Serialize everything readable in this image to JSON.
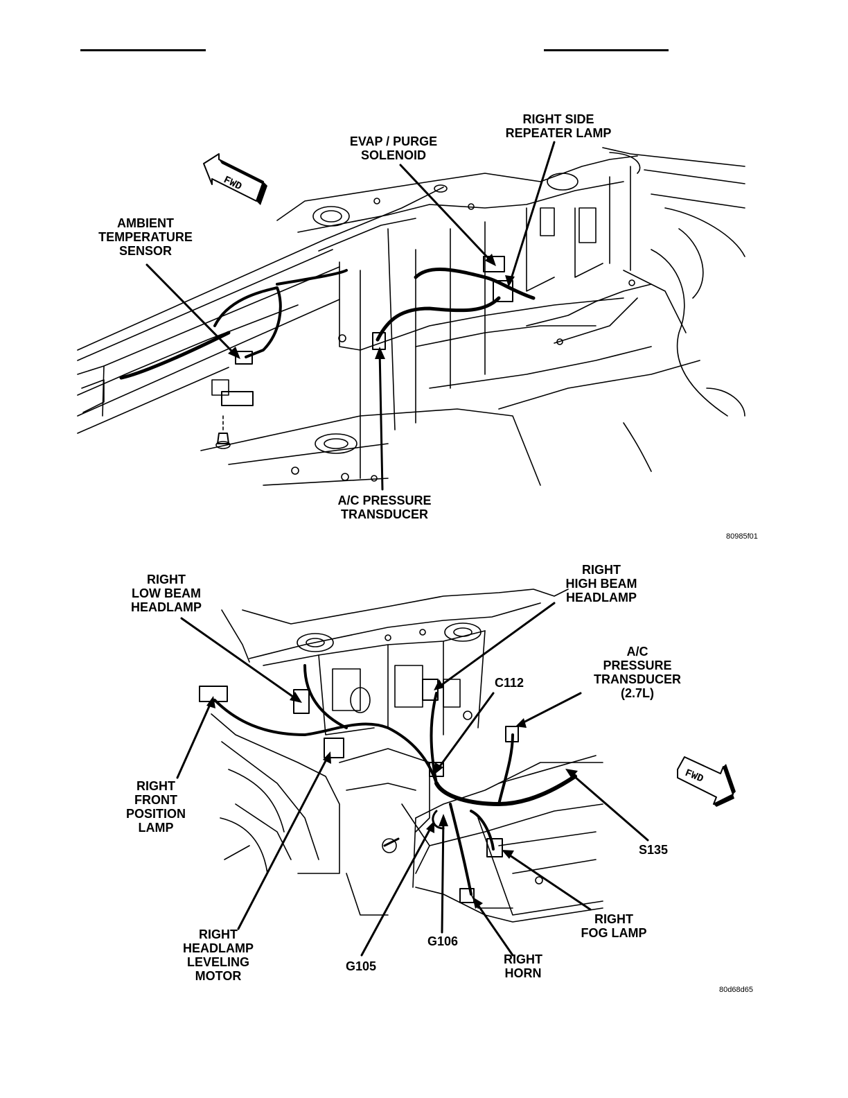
{
  "figure1": {
    "labels": {
      "evap": "EVAP / PURGE\nSOLENOID",
      "repeater": "RIGHT SIDE\nREPEATER LAMP",
      "ambient": "AMBIENT\nTEMPERATURE\nSENSOR",
      "ac": "A/C PRESSURE\nTRANSDUCER"
    },
    "fwd": "FWD",
    "code": "80985f01"
  },
  "figure2": {
    "labels": {
      "low_beam": "RIGHT\nLOW BEAM\nHEADLAMP",
      "high_beam": "RIGHT\nHIGH BEAM\nHEADLAMP",
      "ac_27": "A/C\nPRESSURE\nTRANSDUCER\n(2.7L)",
      "c112": "C112",
      "front_position": "RIGHT\nFRONT\nPOSITION\nLAMP",
      "s135": "S135",
      "fog": "RIGHT\nFOG LAMP",
      "leveling": "RIGHT\nHEADLAMP\nLEVELING\nMOTOR",
      "g106": "G106",
      "g105": "G105",
      "horn": "RIGHT\nHORN"
    },
    "fwd": "FWD",
    "code": "80d68d65"
  }
}
